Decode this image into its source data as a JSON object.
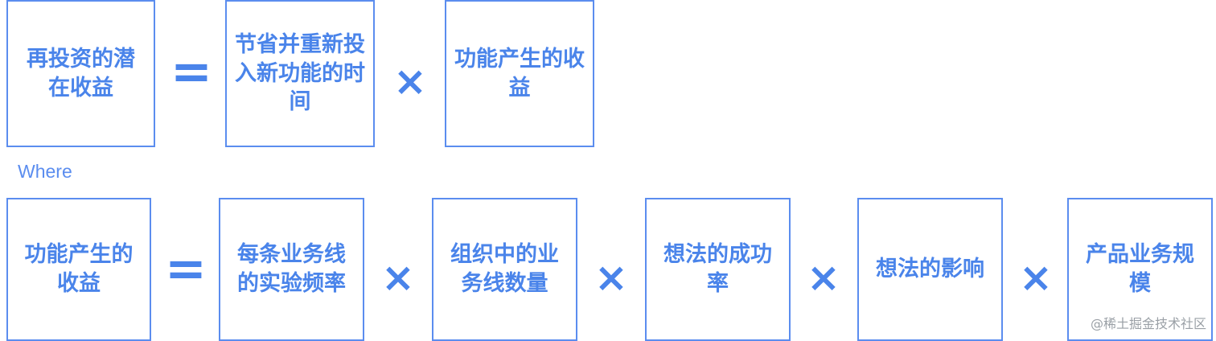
{
  "row1": {
    "lhs": "再投资的潜在收益",
    "eq": "=",
    "term1": "节省并重新投入新功能的时间",
    "op1": "×",
    "term2": "功能产生的收益"
  },
  "where_label": "Where",
  "row2": {
    "lhs": "功能产生的收益",
    "eq": "=",
    "term1": "每条业务线的实验频率",
    "op1": "×",
    "term2": "组织中的业务线数量",
    "op2": "×",
    "term3": "想法的成功率",
    "op3": "×",
    "term4": "想法的影响",
    "op4": "×",
    "term5": "产品业务规模"
  },
  "watermark": "@稀土掘金技术社区",
  "colors": {
    "accent": "#4a84ea",
    "border": "#5b8def",
    "watermark": "#9aa0a6"
  }
}
